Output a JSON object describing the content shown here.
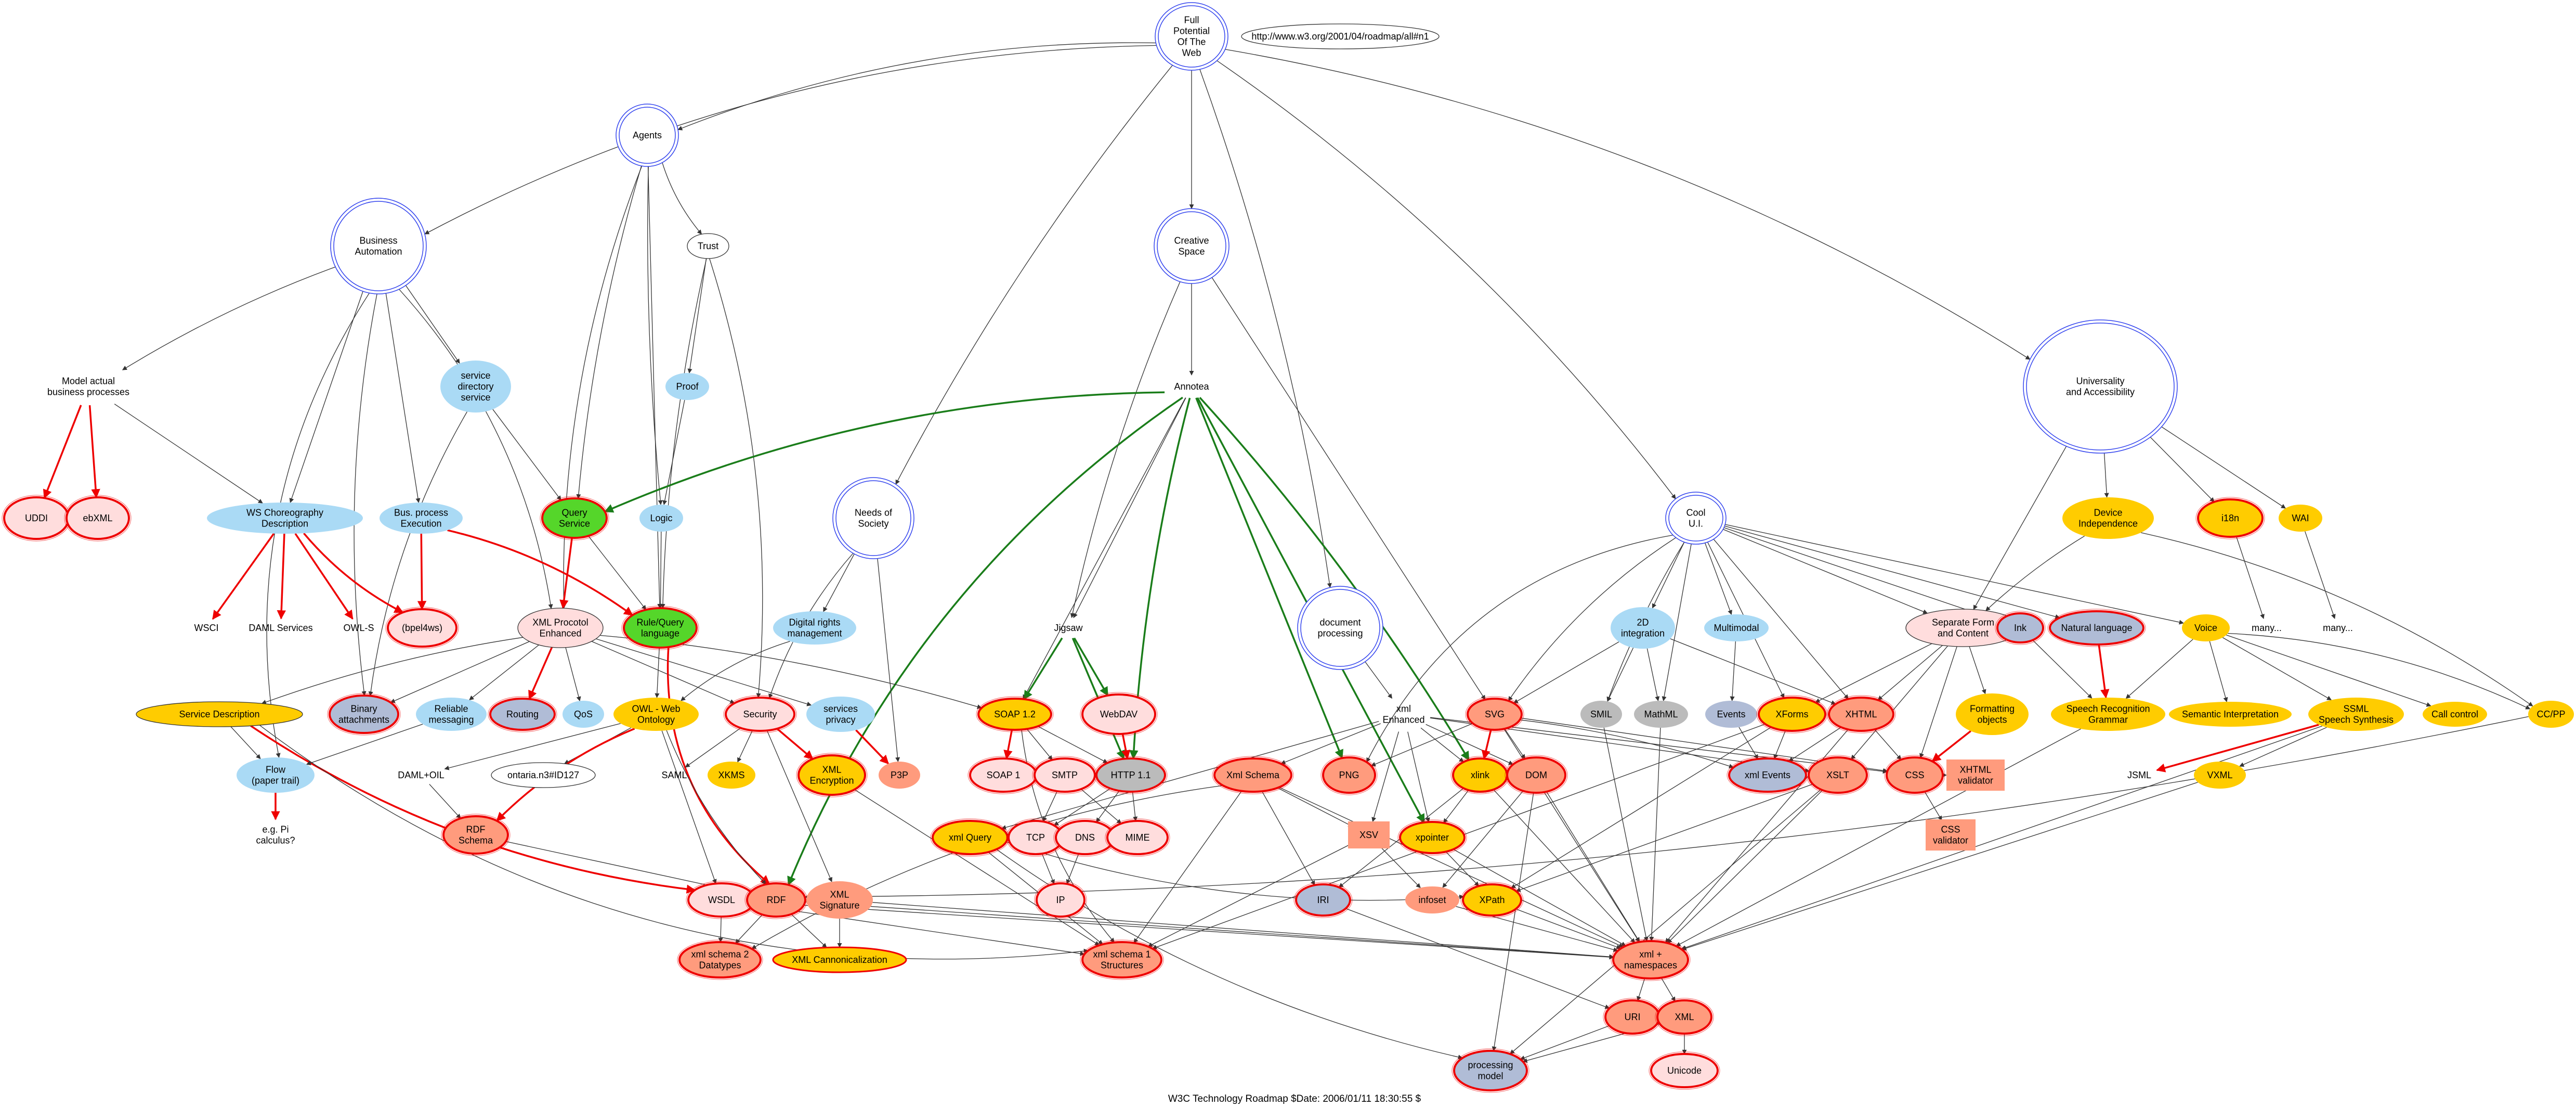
{
  "title": "W3C Technology Roadmap $Date: 2006/01/11 18:30:55 $",
  "url": "http://www.w3.org/2001/04/roadmap/all#n1",
  "colors": {
    "blue": "#aadaf5",
    "gold": "#ffcc00",
    "salmon": "#ff9b7d",
    "pink": "#ffdddd",
    "green": "#55d62a",
    "grayblue": "#b0bcd6",
    "gray": "#bbbbbb",
    "red": "#ee0000",
    "darkgreen": "#1a7d1a",
    "edge": "#333333",
    "hub_ring": "#3344ee"
  },
  "nodes": [
    {
      "id": "full_potential",
      "label": "Full\nPotential\nOf The\nWeb"
    },
    {
      "id": "url_note",
      "label": "http://www.w3.org/2001/04/roadmap/all#n1"
    },
    {
      "id": "agents",
      "label": "Agents"
    },
    {
      "id": "business_automation",
      "label": "Business\nAutomation"
    },
    {
      "id": "creative_space",
      "label": "Creative\nSpace"
    },
    {
      "id": "universality",
      "label": "Universality\nand Accessibility"
    },
    {
      "id": "trust",
      "label": "Trust"
    },
    {
      "id": "proof",
      "label": "Proof"
    },
    {
      "id": "logic",
      "label": "Logic"
    },
    {
      "id": "service_directory",
      "label": "service\ndirectory\nservice"
    },
    {
      "id": "model_actual",
      "label": "Model actual\nbusiness processes"
    },
    {
      "id": "uddi",
      "label": "UDDI"
    },
    {
      "id": "ebxml",
      "label": "ebXML"
    },
    {
      "id": "ws_choreography",
      "label": "WS Choreography\nDescription"
    },
    {
      "id": "bus_process",
      "label": "Bus. process\nExecution"
    },
    {
      "id": "query_service",
      "label": "Query\nService"
    },
    {
      "id": "annotea",
      "label": "Annotea"
    },
    {
      "id": "needs_society",
      "label": "Needs of\nSociety"
    },
    {
      "id": "cool_ui",
      "label": "Cool\nU.I."
    },
    {
      "id": "device_independence",
      "label": "Device\nIndependence"
    },
    {
      "id": "i18n",
      "label": "i18n"
    },
    {
      "id": "wai",
      "label": "WAI"
    },
    {
      "id": "wsci",
      "label": "WSCI"
    },
    {
      "id": "daml_services",
      "label": "DAML Services"
    },
    {
      "id": "owl_s",
      "label": "OWL-S"
    },
    {
      "id": "bpel4ws",
      "label": "(bpel4ws)"
    },
    {
      "id": "xml_protocol",
      "label": "XML Procotol\nEnhanced"
    },
    {
      "id": "rule_query",
      "label": "Rule/Query\nlanguage"
    },
    {
      "id": "digital_rights",
      "label": "Digital rights\nmanagement"
    },
    {
      "id": "jigsaw",
      "label": "Jigsaw"
    },
    {
      "id": "document_processing",
      "label": "document\nprocessing"
    },
    {
      "id": "integration_2d",
      "label": "2D\nintegration"
    },
    {
      "id": "multimodal",
      "label": "Multimodal"
    },
    {
      "id": "separate_form",
      "label": "Separate Form\nand Content"
    },
    {
      "id": "ink",
      "label": "Ink"
    },
    {
      "id": "natural_language",
      "label": "Natural language"
    },
    {
      "id": "voice",
      "label": "Voice"
    },
    {
      "id": "many1",
      "label": "many..."
    },
    {
      "id": "many2",
      "label": "many..."
    },
    {
      "id": "service_description",
      "label": "Service Description"
    },
    {
      "id": "binary_attachments",
      "label": "Binary\nattachments"
    },
    {
      "id": "reliable_messaging",
      "label": "Reliable\nmessaging"
    },
    {
      "id": "routing",
      "label": "Routing"
    },
    {
      "id": "qos",
      "label": "QoS"
    },
    {
      "id": "owl",
      "label": "OWL - Web\nOntology"
    },
    {
      "id": "security",
      "label": "Security"
    },
    {
      "id": "services_privacy",
      "label": "services\nprivacy"
    },
    {
      "id": "soap12",
      "label": "SOAP 1.2"
    },
    {
      "id": "webdav",
      "label": "WebDAV"
    },
    {
      "id": "xml_enhanced",
      "label": "xml\nEnhanced"
    },
    {
      "id": "svg",
      "label": "SVG"
    },
    {
      "id": "smil",
      "label": "SMIL"
    },
    {
      "id": "mathml",
      "label": "MathML"
    },
    {
      "id": "events",
      "label": "Events"
    },
    {
      "id": "xforms",
      "label": "XForms"
    },
    {
      "id": "xhtml",
      "label": "XHTML"
    },
    {
      "id": "formatting_objects",
      "label": "Formatting\nobjects"
    },
    {
      "id": "speech_recognition",
      "label": "Speech Recognition\nGrammar"
    },
    {
      "id": "semantic_interpretation",
      "label": "Semantic Interpretation"
    },
    {
      "id": "ssml",
      "label": "SSML\nSpeech Synthesis"
    },
    {
      "id": "call_control",
      "label": "Call control"
    },
    {
      "id": "ccpp",
      "label": "CC/PP"
    },
    {
      "id": "flow",
      "label": "Flow\n(paper trail)"
    },
    {
      "id": "daml_oil",
      "label": "DAML+OIL"
    },
    {
      "id": "saml",
      "label": "SAML"
    },
    {
      "id": "xkms",
      "label": "XKMS"
    },
    {
      "id": "xml_encryption",
      "label": "XML\nEncryption"
    },
    {
      "id": "p3p",
      "label": "P3P"
    },
    {
      "id": "soap1",
      "label": "SOAP 1"
    },
    {
      "id": "smtp",
      "label": "SMTP"
    },
    {
      "id": "http11",
      "label": "HTTP 1.1"
    },
    {
      "id": "xml_schema",
      "label": "Xml Schema"
    },
    {
      "id": "png",
      "label": "PNG"
    },
    {
      "id": "xlink",
      "label": "xlink"
    },
    {
      "id": "dom",
      "label": "DOM"
    },
    {
      "id": "xml_events",
      "label": "xml Events"
    },
    {
      "id": "xslt",
      "label": "XSLT"
    },
    {
      "id": "css",
      "label": "CSS"
    },
    {
      "id": "xhtml_validator",
      "label": "XHTML\nvalidator"
    },
    {
      "id": "jsml",
      "label": "JSML"
    },
    {
      "id": "vxml",
      "label": "VXML"
    },
    {
      "id": "e_g_pi",
      "label": "e.g. Pi\ncalculus?"
    },
    {
      "id": "ontaria",
      "label": "ontaria.n3#ID127"
    },
    {
      "id": "rdf_schema",
      "label": "RDF\nSchema"
    },
    {
      "id": "xml_query",
      "label": "xml Query"
    },
    {
      "id": "tcp",
      "label": "TCP"
    },
    {
      "id": "dns",
      "label": "DNS"
    },
    {
      "id": "mime",
      "label": "MIME"
    },
    {
      "id": "xsv",
      "label": "XSV"
    },
    {
      "id": "xpointer",
      "label": "xpointer"
    },
    {
      "id": "css_validator",
      "label": "CSS\nvalidator"
    },
    {
      "id": "wsdl",
      "label": "WSDL"
    },
    {
      "id": "rdf",
      "label": "RDF"
    },
    {
      "id": "xml_signature",
      "label": "XML\nSignature"
    },
    {
      "id": "ip",
      "label": "IP"
    },
    {
      "id": "iri",
      "label": "IRI"
    },
    {
      "id": "infoset",
      "label": "infoset"
    },
    {
      "id": "xpath",
      "label": "XPath"
    },
    {
      "id": "xml_schema2",
      "label": "xml schema 2\nDatatypes"
    },
    {
      "id": "xml_canonicalization",
      "label": "XML Cannonicalization"
    },
    {
      "id": "xml_schema1",
      "label": "xml schema 1\nStructures"
    },
    {
      "id": "xml_namespaces",
      "label": "xml +\nnamespaces"
    },
    {
      "id": "uri",
      "label": "URI"
    },
    {
      "id": "xml",
      "label": "XML"
    },
    {
      "id": "processing_model",
      "label": "processing\nmodel"
    },
    {
      "id": "unicode",
      "label": "Unicode"
    }
  ]
}
